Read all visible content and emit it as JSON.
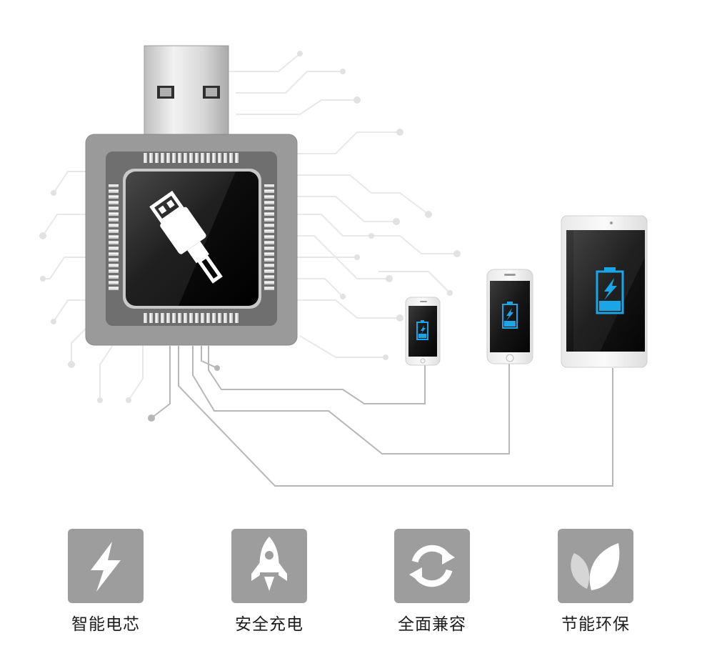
{
  "features": [
    {
      "label": "智能电芯",
      "icon": "lightning-icon"
    },
    {
      "label": "安全充电",
      "icon": "rocket-icon"
    },
    {
      "label": "全面兼容",
      "icon": "cycle-arrows-icon"
    },
    {
      "label": "节能环保",
      "icon": "leaf-icon"
    }
  ],
  "colors": {
    "tile": "#9d9d9d",
    "battery_blue": "#1aa6e6",
    "chip_body": "#9a9a9a",
    "wire": "#b7b7b7",
    "circuit_faint": "#e6e6e6"
  }
}
